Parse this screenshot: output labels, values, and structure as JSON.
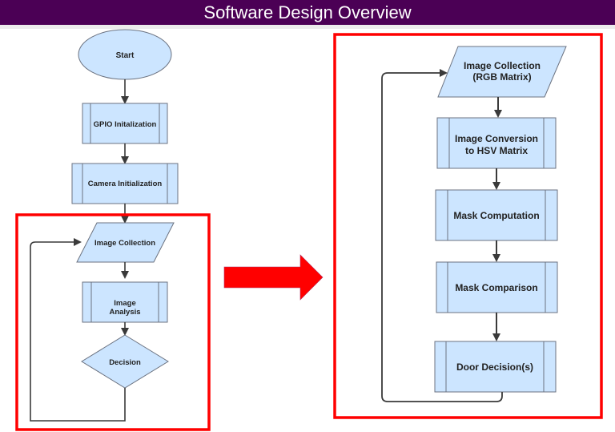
{
  "header": {
    "title": "Software Design Overview"
  },
  "colors": {
    "title_bg": "#4b0055",
    "title_text": "#ffffff",
    "node_fill": "#cce5ff",
    "node_stroke": "#6b7280",
    "connector": "#3a3a3a",
    "highlight": "#ff0000"
  },
  "left_flowchart": {
    "nodes": [
      {
        "id": "start",
        "shape": "terminal",
        "label": "Start"
      },
      {
        "id": "gpio",
        "shape": "predefined-process",
        "label": "GPIO Initalization"
      },
      {
        "id": "camera",
        "shape": "predefined-process",
        "label": "Camera Initialization"
      },
      {
        "id": "image-collection",
        "shape": "data",
        "label": "Image Collection"
      },
      {
        "id": "image-analysis",
        "shape": "predefined-process",
        "label_lines": [
          "Image",
          "Analysis"
        ]
      },
      {
        "id": "decision",
        "shape": "decision",
        "label": "Decision"
      }
    ],
    "loop": "decision -> image-collection"
  },
  "right_flowchart": {
    "nodes": [
      {
        "id": "image-collection-rgb",
        "shape": "data",
        "label_lines": [
          "Image Collection",
          "(RGB Matrix)"
        ]
      },
      {
        "id": "hsv-conversion",
        "shape": "predefined-process",
        "label_lines": [
          "Image Conversion",
          "to HSV Matrix"
        ]
      },
      {
        "id": "mask-computation",
        "shape": "predefined-process",
        "label": "Mask Computation"
      },
      {
        "id": "mask-comparison",
        "shape": "predefined-process",
        "label": "Mask Comparison"
      },
      {
        "id": "door-decision",
        "shape": "predefined-process",
        "label": "Door Decision(s)"
      }
    ],
    "loop": "door-decision -> image-collection-rgb"
  },
  "expand_arrow": {
    "meaning": "image analysis loop expanded in detail"
  }
}
